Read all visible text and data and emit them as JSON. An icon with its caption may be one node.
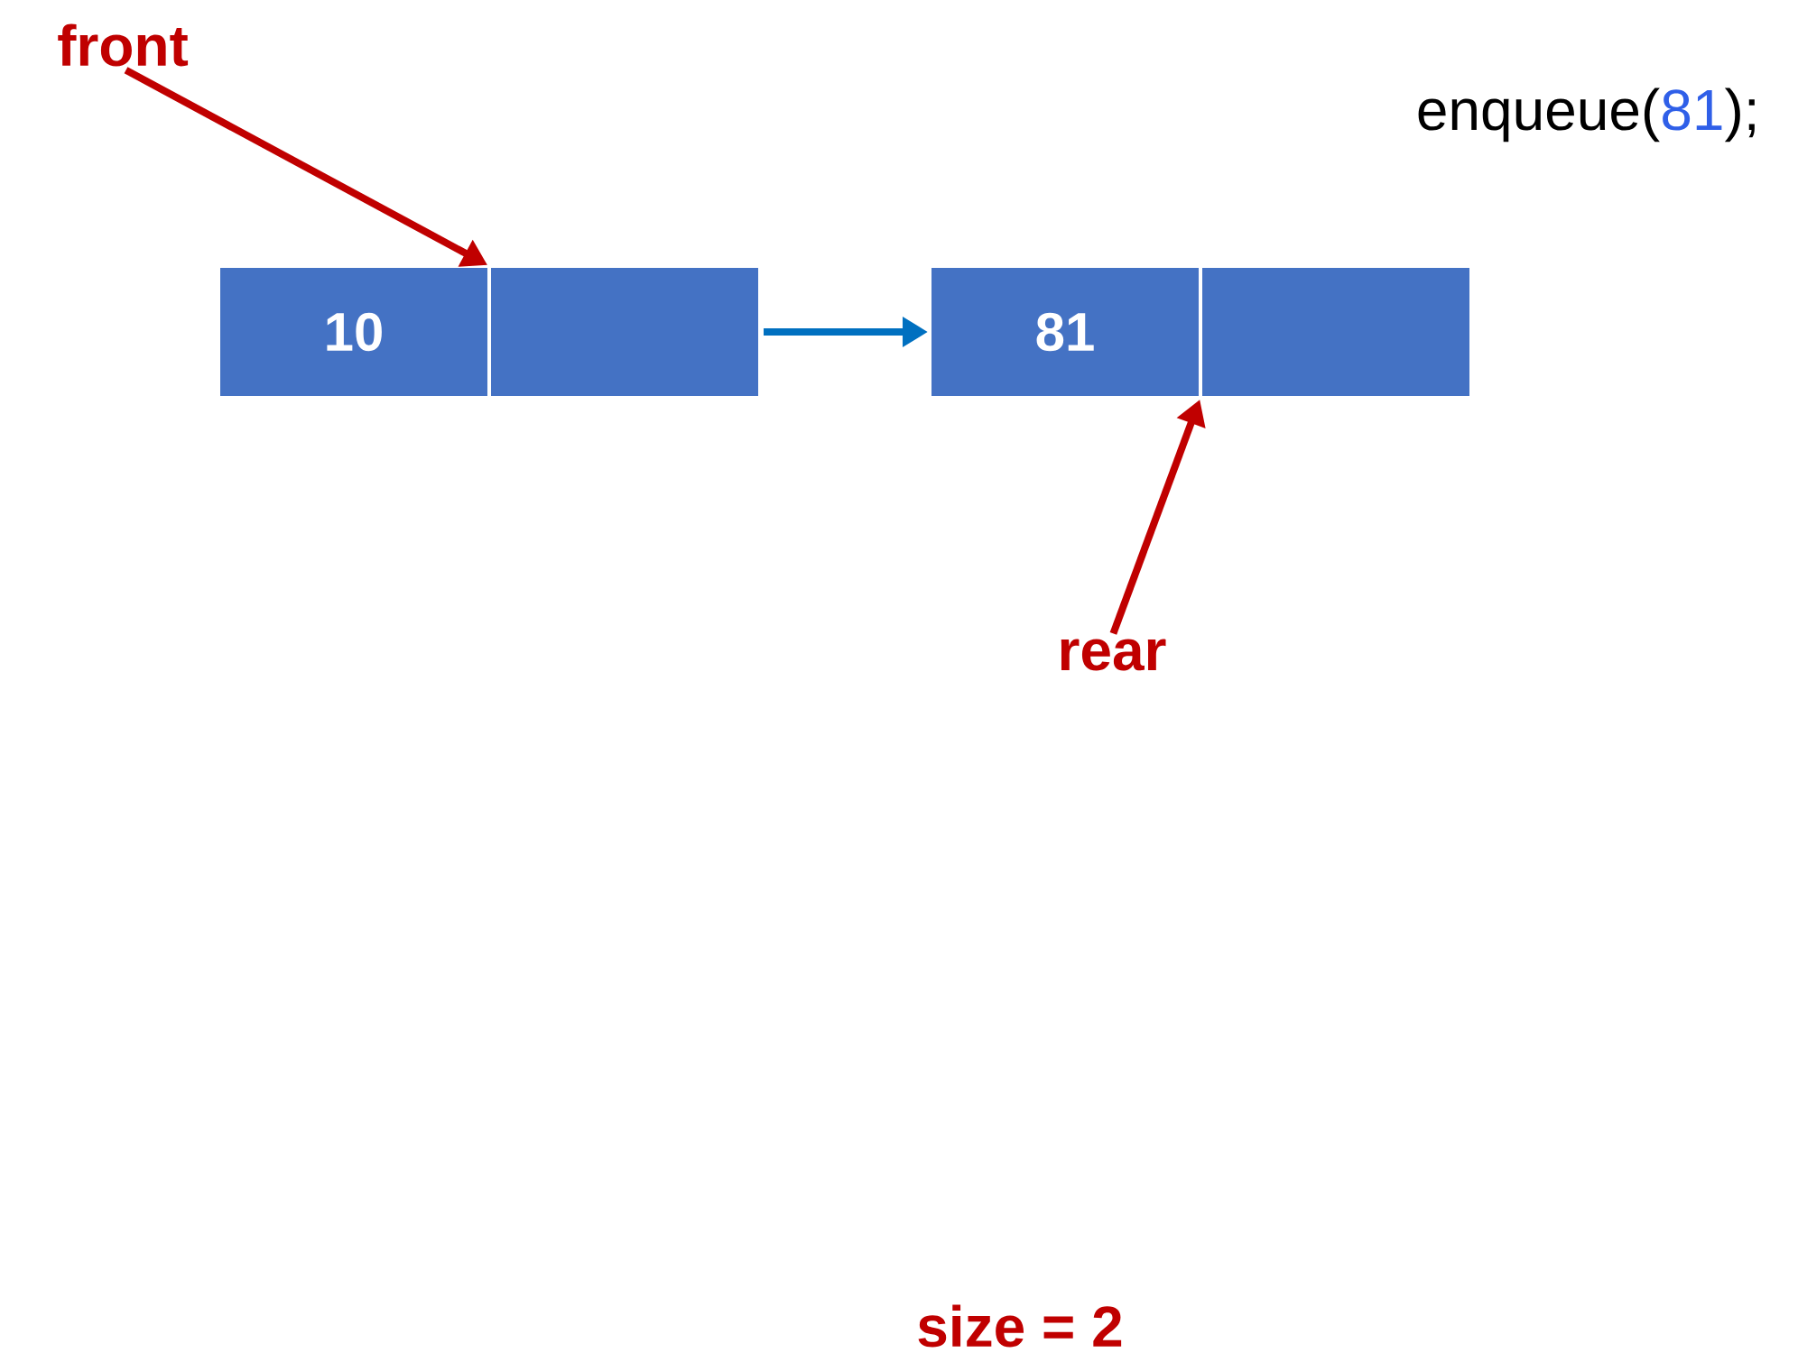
{
  "diagram": {
    "nodes": [
      {
        "text": [
          "front"
        ]
      },
      {
        "text": [
          "10"
        ]
      },
      {
        "text": [],
        "shape": "box"
      },
      {
        "text": [
          "81"
        ]
      },
      {
        "text": [],
        "shape": "box"
      },
      {
        "text": [
          "rear"
        ]
      }
    ],
    "edges": [
      {
        "from": 0,
        "to": 1,
        "arrow": "to"
      },
      {
        "from": 2,
        "to": 3,
        "arrow": "to",
        "color": "#0070c0"
      },
      {
        "from": 5,
        "to": 3,
        "arrow": "to"
      }
    ],
    "labels": [
      "enqueue(",
      "81",
      ");",
      "size = 2"
    ]
  }
}
